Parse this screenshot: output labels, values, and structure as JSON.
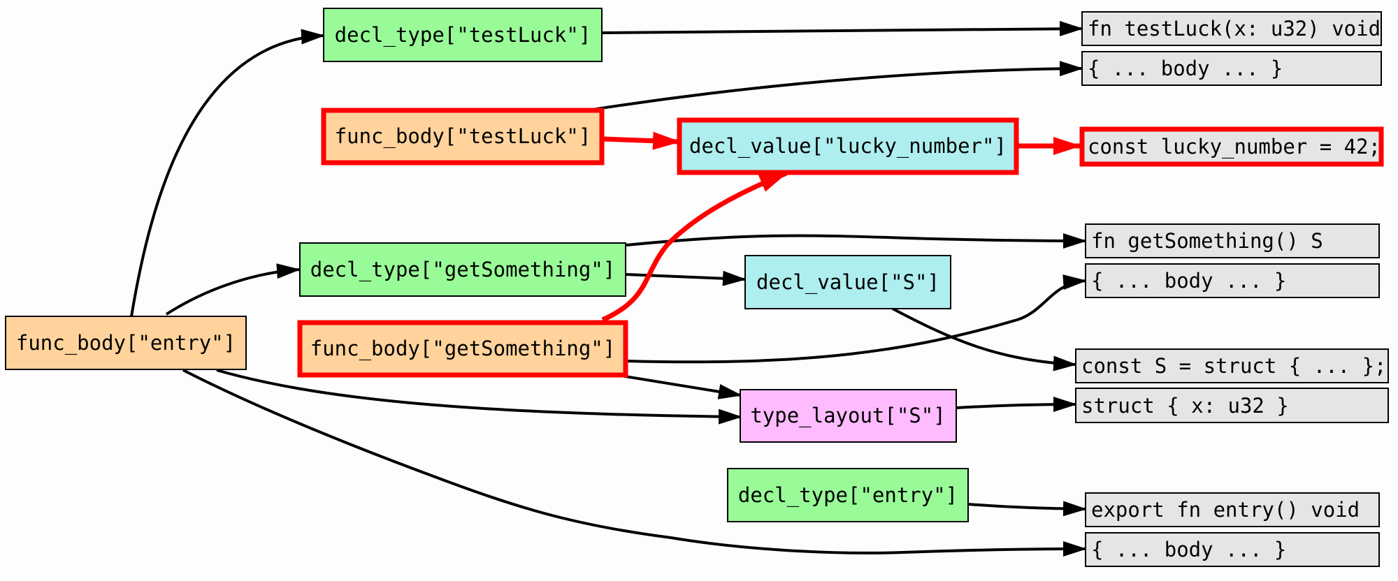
{
  "colors": {
    "background": "#fdfdfd",
    "decl_type": "#98fb98",
    "func_body": "#ffd39b",
    "decl_value": "#aeeeee",
    "type_layout": "#ffbbff",
    "source": "#e5e5e5",
    "stroke": "#000000",
    "highlight": "#ff0000"
  },
  "nodes": {
    "decl_type_testLuck": "decl_type[\"testLuck\"]",
    "func_body_testLuck": "func_body[\"testLuck\"]",
    "decl_type_getSomething": "decl_type[\"getSomething\"]",
    "func_body_getSomething": "func_body[\"getSomething\"]",
    "func_body_entry": "func_body[\"entry\"]",
    "decl_value_lucky_number": "decl_value[\"lucky_number\"]",
    "decl_value_S": "decl_value[\"S\"]",
    "type_layout_S": "type_layout[\"S\"]",
    "decl_type_entry": "decl_type[\"entry\"]"
  },
  "sources": {
    "fn_testLuck": "fn testLuck(x: u32) void",
    "body_testLuck": "{ ... body ... }",
    "lucky_number": "const lucky_number = 42;",
    "fn_getSomething": "fn getSomething() S",
    "body_getSomething": "{ ... body ... }",
    "const_S": "const S = struct { ... };",
    "struct_S": "struct { x: u32 }",
    "fn_entry": "export fn entry() void",
    "body_entry": "{ ... body ... }"
  }
}
